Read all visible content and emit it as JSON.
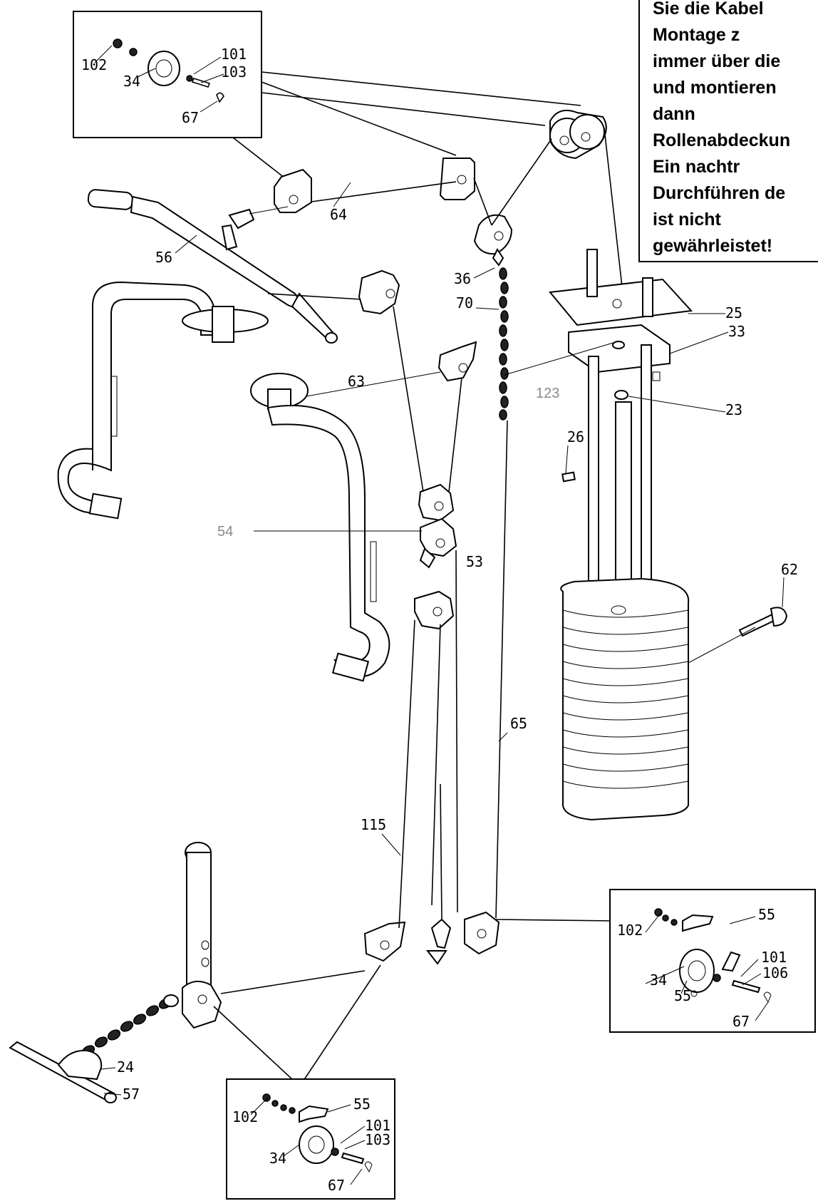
{
  "note": {
    "lines": [
      "Sie die Kabel",
      "Montage      z",
      "immer über die",
      "und montieren",
      "dann",
      "Rollenabdeckun",
      "Ein        nachtr",
      "Durchführen de",
      "ist      nicht",
      "gewährleistet!"
    ]
  },
  "labels": {
    "top_box": {
      "p102": "102",
      "p34": "34",
      "p101": "101",
      "p103": "103",
      "p67": "67"
    },
    "right_box": {
      "p102": "102",
      "p55": "55",
      "p101": "101",
      "p106": "106",
      "p34": "34",
      "p55b": "55",
      "p67": "67"
    },
    "bottom_box": {
      "p102": "102",
      "p55": "55",
      "p101": "101",
      "p103": "103",
      "p34": "34",
      "p67": "67"
    },
    "main": {
      "p64": "64",
      "p56": "56",
      "p36": "36",
      "p70": "70",
      "p63": "63",
      "p25": "25",
      "p33": "33",
      "p123": "123",
      "p23": "23",
      "p26": "26",
      "p54": "54",
      "p53": "53",
      "p62": "62",
      "p65": "65",
      "p115": "115",
      "p24": "24",
      "p57": "57"
    }
  }
}
